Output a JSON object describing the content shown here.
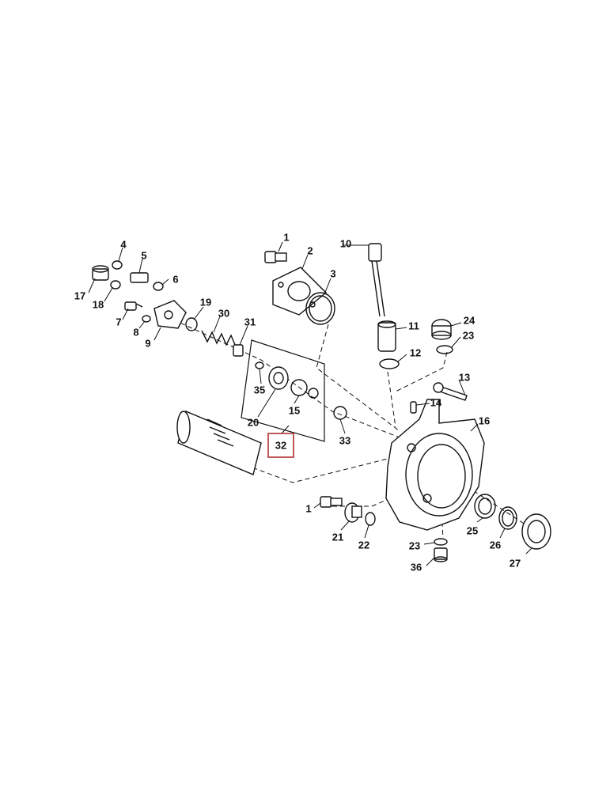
{
  "diagram": {
    "highlighted_part": "32",
    "highlight_color": "#b03030",
    "callouts": [
      {
        "id": "c1a",
        "label": "1"
      },
      {
        "id": "c2",
        "label": "2"
      },
      {
        "id": "c3",
        "label": "3"
      },
      {
        "id": "c4",
        "label": "4"
      },
      {
        "id": "c5",
        "label": "5"
      },
      {
        "id": "c6",
        "label": "6"
      },
      {
        "id": "c7",
        "label": "7"
      },
      {
        "id": "c8",
        "label": "8"
      },
      {
        "id": "c9",
        "label": "9"
      },
      {
        "id": "c10",
        "label": "10"
      },
      {
        "id": "c11",
        "label": "11"
      },
      {
        "id": "c12",
        "label": "12"
      },
      {
        "id": "c13",
        "label": "13"
      },
      {
        "id": "c14",
        "label": "14"
      },
      {
        "id": "c15",
        "label": "15"
      },
      {
        "id": "c16",
        "label": "16"
      },
      {
        "id": "c17",
        "label": "17"
      },
      {
        "id": "c18",
        "label": "18"
      },
      {
        "id": "c19",
        "label": "19"
      },
      {
        "id": "c20",
        "label": "20"
      },
      {
        "id": "c1b",
        "label": "1"
      },
      {
        "id": "c21",
        "label": "21"
      },
      {
        "id": "c22",
        "label": "22"
      },
      {
        "id": "c23a",
        "label": "23"
      },
      {
        "id": "c23b",
        "label": "23"
      },
      {
        "id": "c24",
        "label": "24"
      },
      {
        "id": "c25",
        "label": "25"
      },
      {
        "id": "c26",
        "label": "26"
      },
      {
        "id": "c27",
        "label": "27"
      },
      {
        "id": "c30",
        "label": "30"
      },
      {
        "id": "c31",
        "label": "31"
      },
      {
        "id": "c32",
        "label": "32"
      },
      {
        "id": "c33",
        "label": "33"
      },
      {
        "id": "c35",
        "label": "35"
      },
      {
        "id": "c36",
        "label": "36"
      }
    ]
  }
}
